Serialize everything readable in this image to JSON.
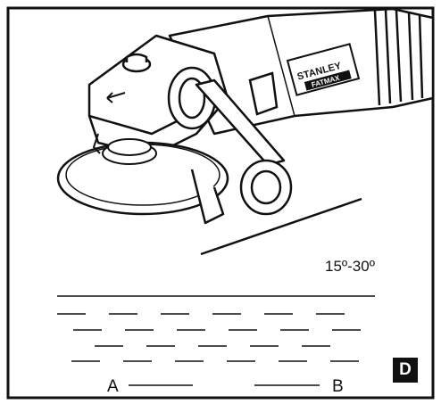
{
  "figure": {
    "angle_label": "15º-30º",
    "edge_a_label": "A",
    "edge_b_label": "B",
    "figure_badge": "D",
    "brand_text_line1": "STANLEY",
    "brand_text_line2": "FATMAX"
  }
}
